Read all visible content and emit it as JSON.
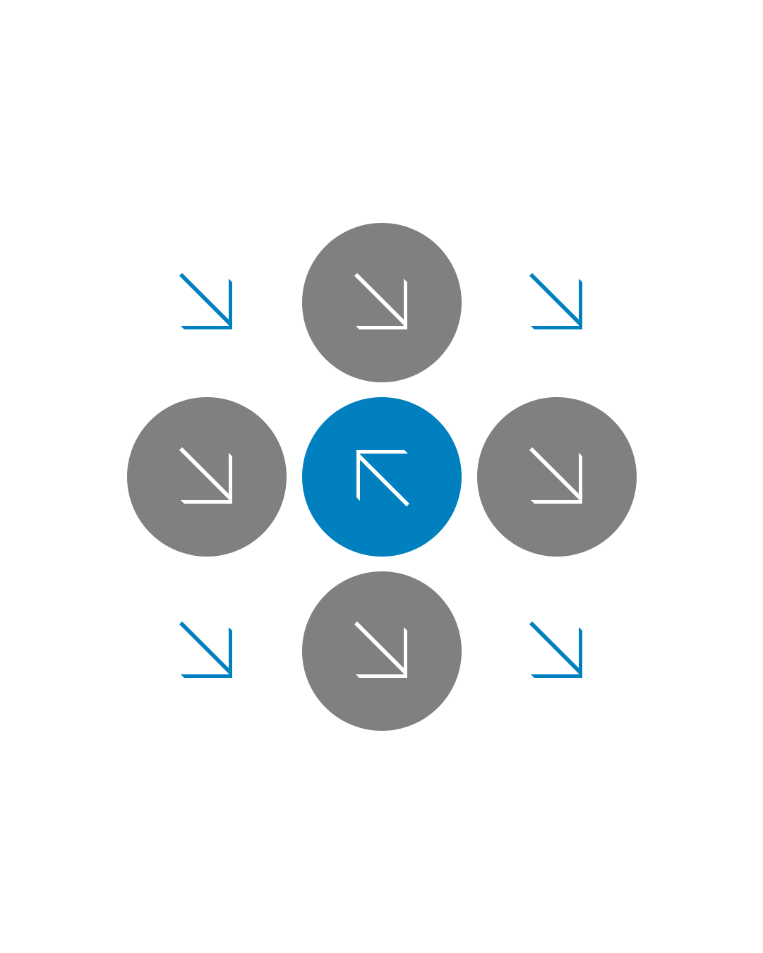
{
  "colors": {
    "background": "#ffffff",
    "gray_circle": "#808080",
    "blue_circle": "#0080bf",
    "blue_arrow": "#0080bf",
    "white_arrow": "#ffffff"
  },
  "grid": {
    "columns": 3,
    "rows": 3
  },
  "cells": [
    {
      "name": "top-left",
      "kind": "bare-arrow",
      "arrow_direction": "down-right",
      "arrow_color": "blue"
    },
    {
      "name": "top-center",
      "kind": "circle",
      "circle_color": "gray",
      "arrow_direction": "down-right",
      "arrow_color": "white"
    },
    {
      "name": "top-right",
      "kind": "bare-arrow",
      "arrow_direction": "down-right",
      "arrow_color": "blue"
    },
    {
      "name": "middle-left",
      "kind": "circle",
      "circle_color": "gray",
      "arrow_direction": "down-right",
      "arrow_color": "white"
    },
    {
      "name": "middle-center",
      "kind": "circle",
      "circle_color": "blue",
      "arrow_direction": "up-left",
      "arrow_color": "white"
    },
    {
      "name": "middle-right",
      "kind": "circle",
      "circle_color": "gray",
      "arrow_direction": "down-right",
      "arrow_color": "white"
    },
    {
      "name": "bottom-left",
      "kind": "bare-arrow",
      "arrow_direction": "down-right",
      "arrow_color": "blue"
    },
    {
      "name": "bottom-center",
      "kind": "circle",
      "circle_color": "gray",
      "arrow_direction": "down-right",
      "arrow_color": "white"
    },
    {
      "name": "bottom-right",
      "kind": "bare-arrow",
      "arrow_direction": "down-right",
      "arrow_color": "blue"
    }
  ]
}
